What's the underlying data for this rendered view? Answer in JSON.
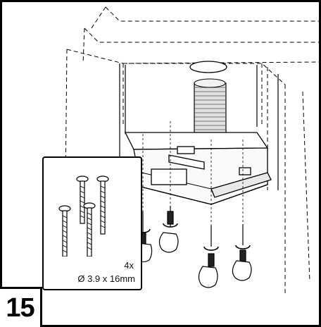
{
  "step": {
    "number": "15"
  },
  "screws": {
    "quantity": "4x",
    "spec": "Ø 3.9 x 16mm"
  },
  "icons": [
    "screw-icon",
    "screwdriver-icon",
    "rotate-arrow-icon",
    "hand-icon"
  ]
}
